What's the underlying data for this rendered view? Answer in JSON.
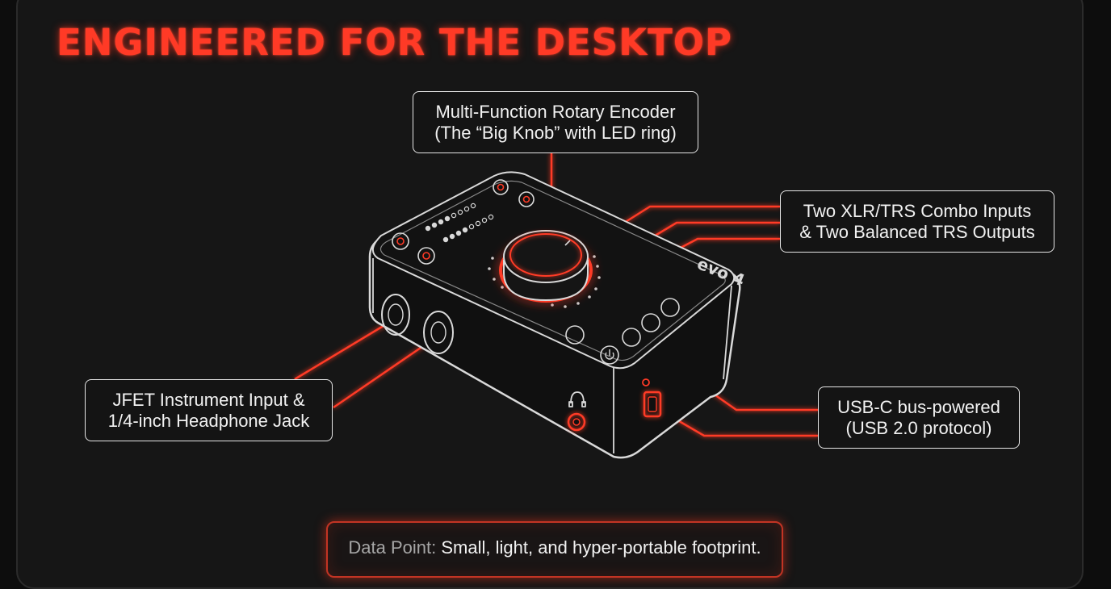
{
  "title": "ENGINEERED FOR THE DESKTOP",
  "device": {
    "brand": "evo 4"
  },
  "callouts": {
    "encoder": {
      "line1": "Multi-Function Rotary Encoder",
      "line2": "(The “Big Knob” with LED ring)"
    },
    "combo": {
      "line1": "Two XLR/TRS Combo Inputs",
      "line2": "& Two Balanced TRS Outputs"
    },
    "jfet": {
      "line1": "JFET Instrument Input &",
      "line2": "1/4-inch Headphone Jack"
    },
    "usb": {
      "line1": "USB-C bus-powered",
      "line2": "(USB 2.0 protocol)"
    }
  },
  "data_point": {
    "label": "Data Point:",
    "text": "Small, light, and hyper-portable footprint."
  },
  "colors": {
    "accent": "#ff3a26",
    "background": "#161616",
    "outline": "#e6e6e6"
  },
  "icons": [
    "headphone-icon",
    "power-icon",
    "usb-c-port-icon"
  ]
}
